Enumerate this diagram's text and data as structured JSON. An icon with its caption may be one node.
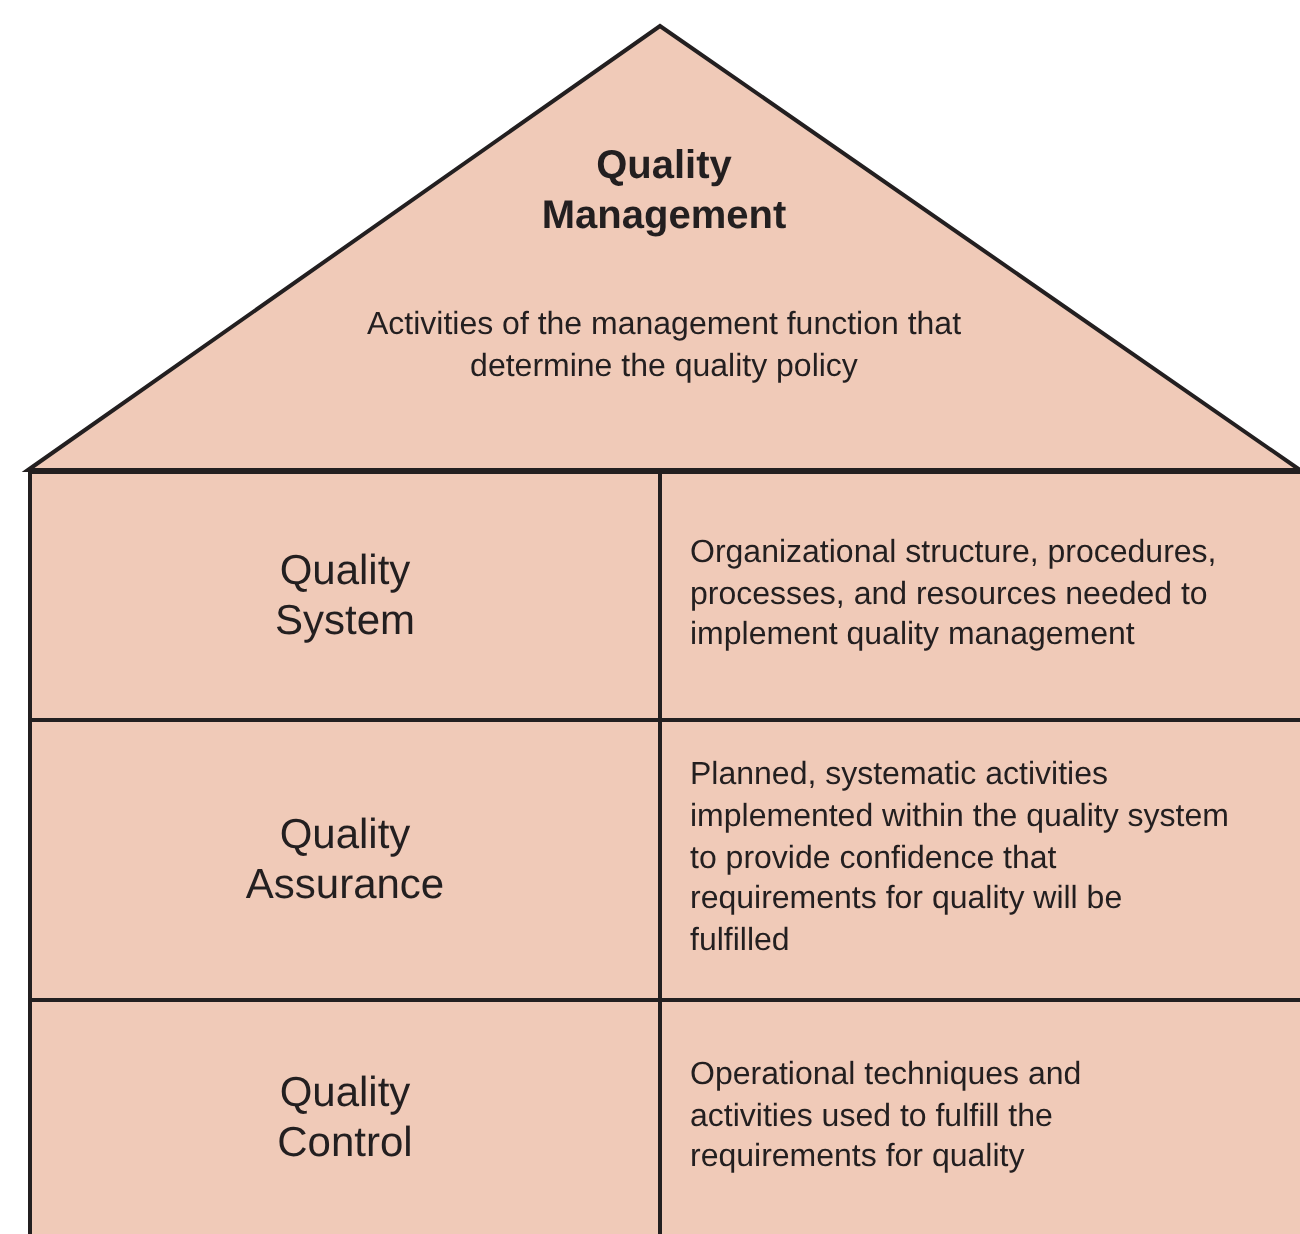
{
  "diagram": {
    "nodes": [
      {
        "text": [
          "Quality Management",
          "Activities of the management function that determine the quality policy"
        ]
      },
      {
        "text": [
          "Quality System"
        ]
      },
      {
        "text": [
          "Organizational structure, procedures, processes, and resources needed to implement quality management"
        ]
      },
      {
        "text": [
          "Quality Assurance"
        ]
      },
      {
        "text": [
          "Planned, systematic activities implemented within the quality system to provide confidence that requirements for quality will be fulfilled"
        ]
      },
      {
        "text": [
          "Quality Control"
        ]
      },
      {
        "text": [
          "Operational techniques and activities used to fulfill the requirements for quality"
        ]
      }
    ]
  }
}
